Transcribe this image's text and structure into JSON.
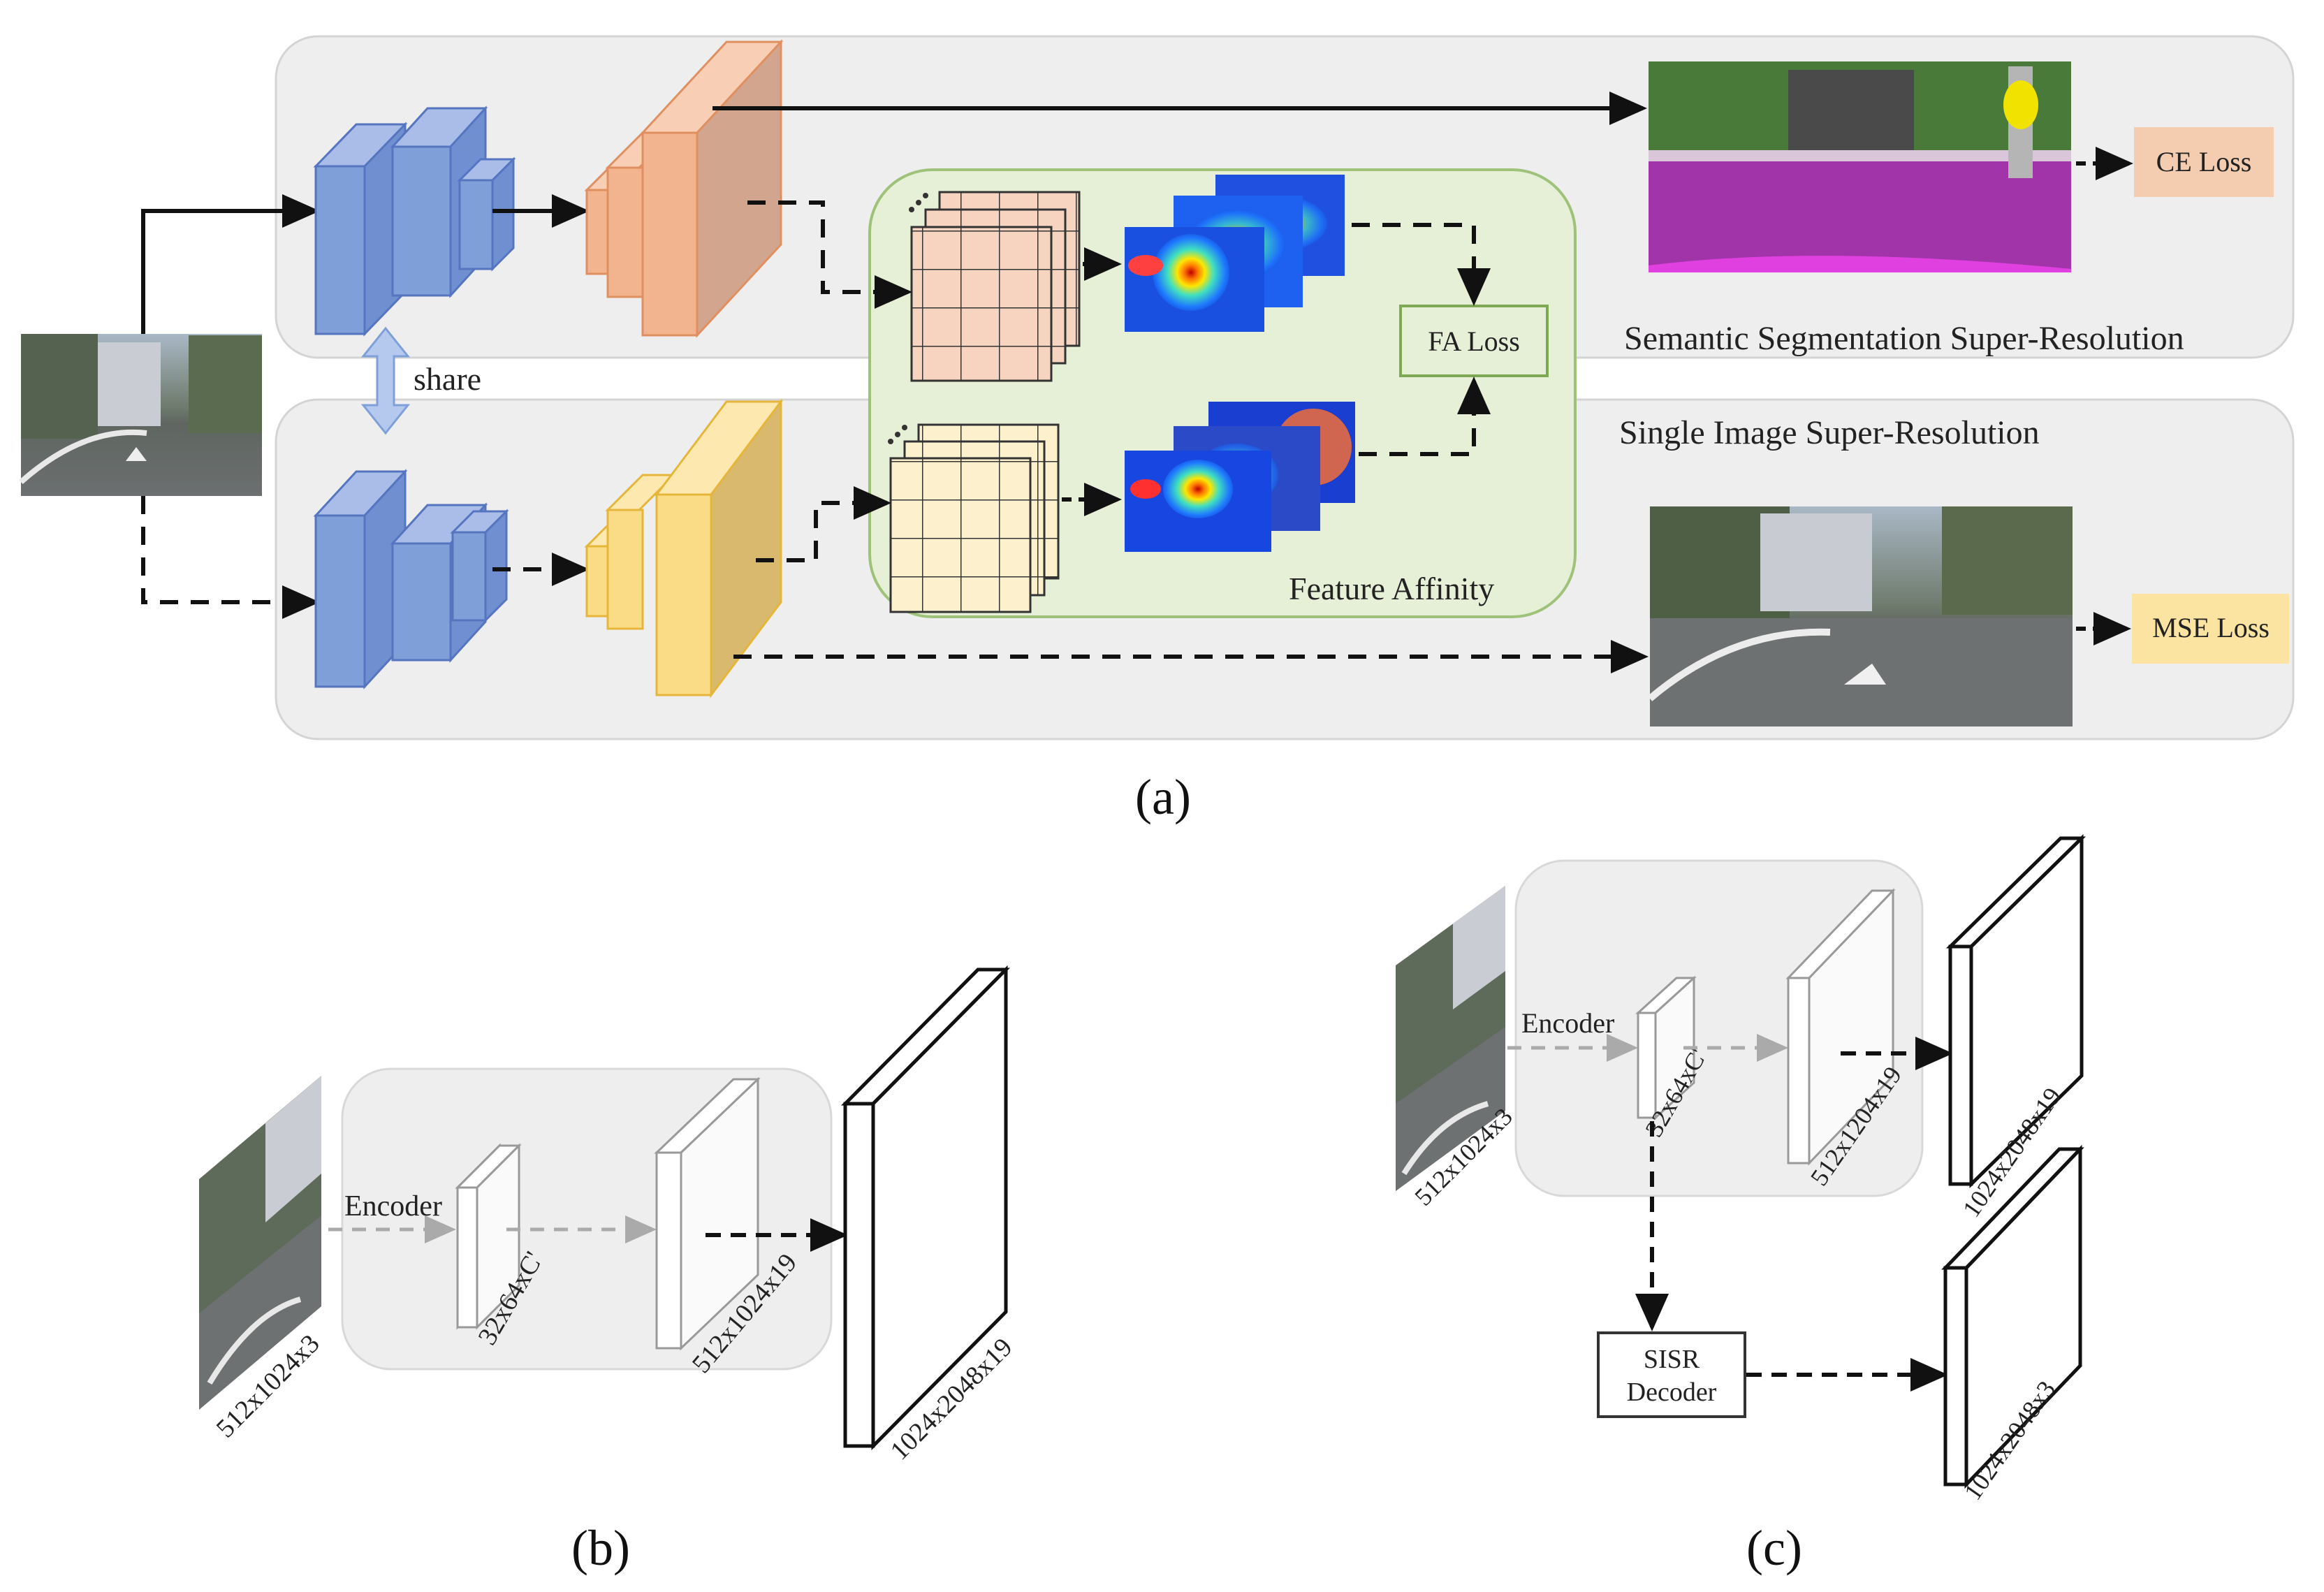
{
  "labels": {
    "share": "share",
    "semseg_title": "Semantic Segmentation Super-Resolution",
    "sisr_title": "Single Image Super-Resolution",
    "feature_affinity": "Feature Affinity",
    "fa_loss": "FA Loss",
    "ce_loss": "CE Loss",
    "mse_loss": "MSE Loss",
    "panel_a": "(a)",
    "panel_b": "(b)",
    "panel_c": "(c)"
  },
  "panel_b": {
    "encoder": "Encoder",
    "input_dim": "512x1024x3",
    "feat1_dim": "32x64xC'",
    "feat2_dim": "512x1024x19",
    "output_dim": "1024x2048x19"
  },
  "panel_c": {
    "encoder": "Encoder",
    "input_dim": "512x1024x3",
    "feat1_dim": "32x64xC'",
    "feat2_dim": "512x1204x19",
    "output_seg_dim": "1024x2048x19",
    "decoder_line1": "SISR",
    "decoder_line2": "Decoder",
    "output_sr_dim": "1024x2048x3"
  },
  "colors": {
    "panel_bg": "#eeeeee",
    "encoder_blue": "#7f9fd9",
    "seg_orange": "#f2b48f",
    "sr_yellow": "#fbdc86",
    "affinity_green": "#e6f0d6",
    "ce_box": "#f4cdb0",
    "mse_box": "#fbe3a1"
  }
}
